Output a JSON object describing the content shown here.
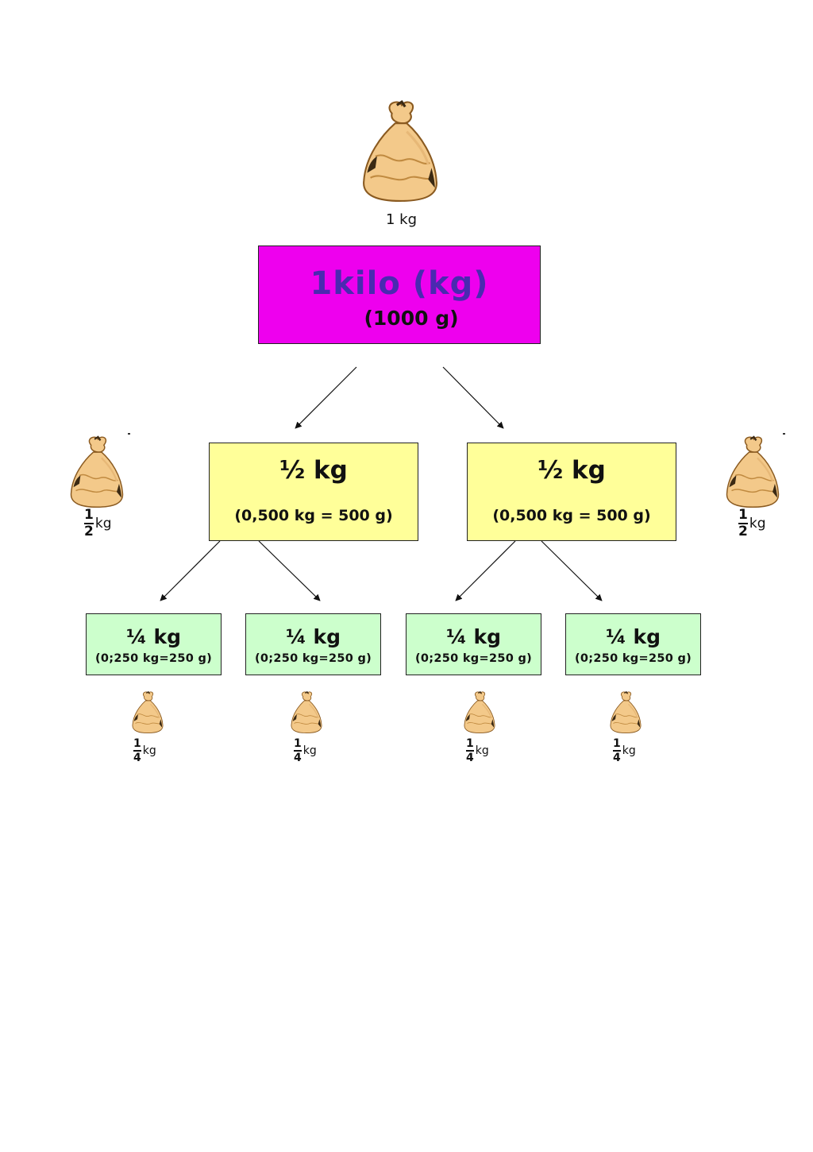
{
  "colors": {
    "root_fill": "#ee00ee",
    "root_title": "#4a2ab0",
    "half_fill": "#ffff99",
    "quarter_fill": "#ccffcc",
    "bag_fill": "#f3c98a",
    "bag_shade": "#d9a65a"
  },
  "top_bag": {
    "label": "1 kg",
    "icon": "sack-icon"
  },
  "root": {
    "title": "1kilo (kg)",
    "subtitle": "(1000 g)"
  },
  "halves": [
    {
      "title": "½ kg",
      "detail": "(0,500 kg = 500 g)"
    },
    {
      "title": "½ kg",
      "detail": "(0,500 kg = 500 g)"
    }
  ],
  "half_bags": [
    {
      "numerator": "1",
      "denominator": "2",
      "unit": "kg"
    },
    {
      "numerator": "1",
      "denominator": "2",
      "unit": "kg"
    }
  ],
  "quarters": [
    {
      "title": "¼ kg",
      "detail": "(0;250 kg=250 g)"
    },
    {
      "title": "¼ kg",
      "detail": "(0;250 kg=250 g)"
    },
    {
      "title": "¼ kg",
      "detail": "(0;250 kg=250 g)"
    },
    {
      "title": "¼ kg",
      "detail": "(0;250 kg=250 g)"
    }
  ],
  "quarter_bags": [
    {
      "numerator": "1",
      "denominator": "4",
      "unit": "kg"
    },
    {
      "numerator": "1",
      "denominator": "4",
      "unit": "kg"
    },
    {
      "numerator": "1",
      "denominator": "4",
      "unit": "kg"
    },
    {
      "numerator": "1",
      "denominator": "4",
      "unit": "kg"
    }
  ]
}
